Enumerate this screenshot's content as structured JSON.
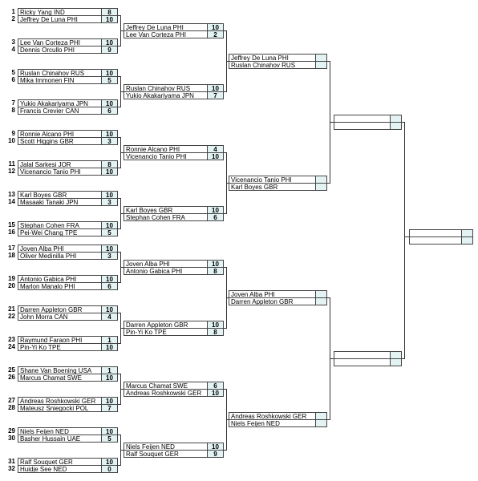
{
  "seeds": [
    "1",
    "2",
    "3",
    "4",
    "5",
    "6",
    "7",
    "8",
    "9",
    "10",
    "11",
    "12",
    "13",
    "14",
    "15",
    "16",
    "17",
    "18",
    "19",
    "20",
    "21",
    "22",
    "23",
    "24",
    "25",
    "26",
    "27",
    "28",
    "29",
    "30",
    "31",
    "32"
  ],
  "round1": [
    {
      "p1": "Ricky Yang IND",
      "s1": "8",
      "p2": "Jeffrey De Luna PHI",
      "s2": "10"
    },
    {
      "p1": "Lee Van Corteza PHI",
      "s1": "10",
      "p2": "Dennis Orcullo PHI",
      "s2": "9"
    },
    {
      "p1": "Ruslan Chinahov RUS",
      "s1": "10",
      "p2": "Mika Immonen FIN",
      "s2": "5"
    },
    {
      "p1": "Yukio Akakariyama JPN",
      "s1": "10",
      "p2": "Francis Crevier CAN",
      "s2": "6"
    },
    {
      "p1": "Ronnie Alcano PHI",
      "s1": "10",
      "p2": "Scott Higgins GBR",
      "s2": "3"
    },
    {
      "p1": "Jalal Sarkesi JOR",
      "s1": "8",
      "p2": "Vicenancio Tanio PHI",
      "s2": "10"
    },
    {
      "p1": "Karl Boyes GBR",
      "s1": "10",
      "p2": "Masaaki Tanaki JPN",
      "s2": "3"
    },
    {
      "p1": "Stephan Cohen FRA",
      "s1": "10",
      "p2": "Pei-Wei Chang TPE",
      "s2": "5"
    },
    {
      "p1": "Joven Alba PHI",
      "s1": "10",
      "p2": "Oliver Medinilla PHI",
      "s2": "3"
    },
    {
      "p1": "Antonio Gabica PHI",
      "s1": "10",
      "p2": "Marlon Manalo PHI",
      "s2": "6"
    },
    {
      "p1": "Darren Appleton GBR",
      "s1": "10",
      "p2": "John Morra CAN",
      "s2": "4"
    },
    {
      "p1": "Raymund Faraon PHI",
      "s1": "1",
      "p2": "Pin-Yi Ko TPE",
      "s2": "10"
    },
    {
      "p1": "Shane Van Boening USA",
      "s1": "1",
      "p2": "Marcus Chamat SWE",
      "s2": "10"
    },
    {
      "p1": "Andreas Roshkowski GER",
      "s1": "10",
      "p2": "Mateusz Sniegocki POL",
      "s2": "7"
    },
    {
      "p1": "Niels Feijen NED",
      "s1": "10",
      "p2": "Basher Hussain UAE",
      "s2": "5"
    },
    {
      "p1": "Ralf Souquet GER",
      "s1": "10",
      "p2": "Huidje See NED",
      "s2": "0"
    }
  ],
  "round2": [
    {
      "p1": "Jeffrey De Luna PHI",
      "s1": "10",
      "p2": "Lee Van Corteza PHI",
      "s2": "2"
    },
    {
      "p1": "Ruslan Chinahov RUS",
      "s1": "10",
      "p2": "Yukio Akakariyama JPN",
      "s2": "7"
    },
    {
      "p1": "Ronnie Alcano PHI",
      "s1": "4",
      "p2": "Vicenancio Tanio PHI",
      "s2": "10"
    },
    {
      "p1": "Karl Boyes GBR",
      "s1": "10",
      "p2": "Stephan Cohen FRA",
      "s2": "6"
    },
    {
      "p1": "Joven Alba PHI",
      "s1": "10",
      "p2": "Antonio Gabica PHI",
      "s2": "8"
    },
    {
      "p1": "Darren Appleton GBR",
      "s1": "10",
      "p2": "Pin-Yi Ko TPE",
      "s2": "8"
    },
    {
      "p1": "Marcus Chamat SWE",
      "s1": "6",
      "p2": "Andreas Roshkowski GER",
      "s2": "10"
    },
    {
      "p1": "Niels Feijen NED",
      "s1": "10",
      "p2": "Ralf Souquet GER",
      "s2": "9"
    }
  ],
  "round3": [
    {
      "p1": "Jeffrey De Luna PHI",
      "s1": "",
      "p2": "Ruslan Chinahov RUS",
      "s2": ""
    },
    {
      "p1": "Vicenancio Tanio PHI",
      "s1": "",
      "p2": "Karl Boyes GBR",
      "s2": ""
    },
    {
      "p1": "Joven Alba PHI",
      "s1": "",
      "p2": "Darren Appleton GBR",
      "s2": ""
    },
    {
      "p1": "Andreas Roshkowski GER",
      "s1": "",
      "p2": "Niels Feijen NED",
      "s2": ""
    }
  ],
  "round4": [
    {
      "p1": "",
      "s1": "",
      "p2": "",
      "s2": ""
    },
    {
      "p1": "",
      "s1": "",
      "p2": "",
      "s2": ""
    }
  ],
  "final": [
    {
      "p1": "",
      "s1": "",
      "p2": "",
      "s2": ""
    }
  ]
}
